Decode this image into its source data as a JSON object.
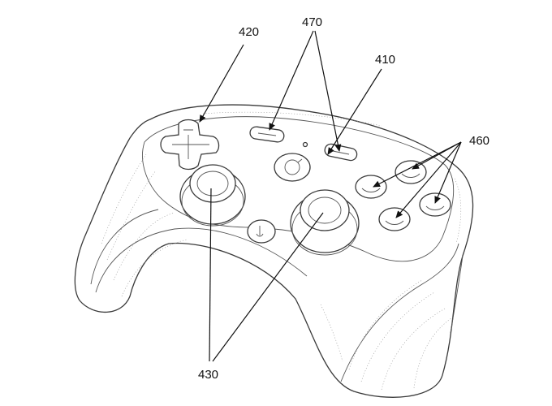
{
  "labels": {
    "dpad": "420",
    "small_buttons": "470",
    "center_button": "410",
    "action_buttons": "460",
    "thumbsticks": "430"
  }
}
